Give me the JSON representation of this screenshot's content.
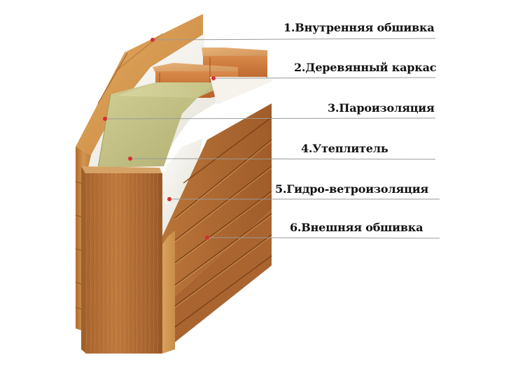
{
  "labels": [
    {
      "num": "1",
      "text": "1.Внутренняя обшивка"
    },
    {
      "num": "2",
      "text": "2.Деревянный каркас"
    },
    {
      "num": "3",
      "text": "3.Пароизоляция"
    },
    {
      "num": "4",
      "text": "4.Утеплитель"
    },
    {
      "num": "5",
      "text": "5.Гидро-ветроизоляция"
    },
    {
      "num": "6",
      "text": "6.Внешняя обшивка"
    }
  ],
  "colors": {
    "inner_board": "#c8843f",
    "frame_wood": "#c56a32",
    "vapor_barrier": "#f1efe8",
    "insulation": "#c3c184",
    "wind_barrier": "#f7f6f1",
    "outer_board": "#b8733a",
    "pointer_dot": "#d62f2f",
    "leader_line": "#9a9a9a"
  }
}
